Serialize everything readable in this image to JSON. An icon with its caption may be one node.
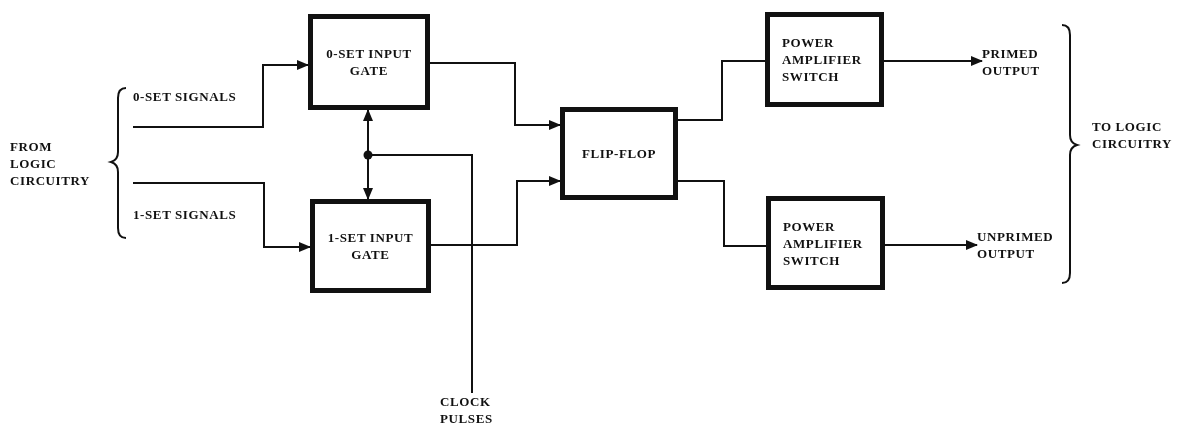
{
  "diagram": {
    "nodes": [
      {
        "text": [
          "0-SET SIGNALS"
        ]
      },
      {
        "text": [
          "1-SET SIGNALS"
        ]
      },
      {
        "text": [
          "0-SET INPUT GATE"
        ]
      },
      {
        "text": [
          "1-SET INPUT GATE"
        ]
      },
      {
        "text": [
          "CLOCK PULSES"
        ]
      },
      {
        "text": [
          "FLIP-FLOP"
        ]
      },
      {
        "text": [
          "POWER AMPLIFIER SWITCH"
        ]
      },
      {
        "text": [
          "POWER AMPLIFIER SWITCH"
        ]
      },
      {
        "text": [
          "PRIMED OUTPUT"
        ]
      },
      {
        "text": [
          "UNPRIMED OUTPUT"
        ]
      }
    ],
    "edges": [
      {
        "from": 0,
        "to": 2,
        "arrow": "to"
      },
      {
        "from": 1,
        "to": 3,
        "arrow": "to"
      },
      {
        "from": 4,
        "to": 2,
        "arrow": "to"
      },
      {
        "from": 4,
        "to": 3,
        "arrow": "to"
      },
      {
        "from": 2,
        "to": 5,
        "arrow": "to"
      },
      {
        "from": 3,
        "to": 5,
        "arrow": "to"
      },
      {
        "from": 5,
        "to": 6,
        "arrow": "none"
      },
      {
        "from": 5,
        "to": 7,
        "arrow": "none"
      },
      {
        "from": 6,
        "to": 8,
        "arrow": "to"
      },
      {
        "from": 7,
        "to": 9,
        "arrow": "to"
      }
    ],
    "labels": [
      "FROM LOGIC CIRCUITRY",
      "TO LOGIC CIRCUITRY"
    ]
  }
}
